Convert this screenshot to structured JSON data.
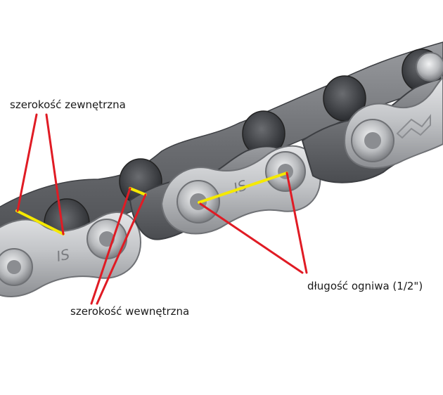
{
  "labels": {
    "outer_width": "szerokość zewnętrzna",
    "inner_width": "szerokość wewnętrzna",
    "link_length": "długość ogniwa (1/2\")"
  },
  "link_marking": "IS",
  "colors": {
    "pointer_line": "#e01b24",
    "measure_line": "#f5e900",
    "outer_plate": "#bcbec1",
    "inner_plate": "#6f7175",
    "roller": "#3c3e42",
    "background": "#ffffff"
  }
}
